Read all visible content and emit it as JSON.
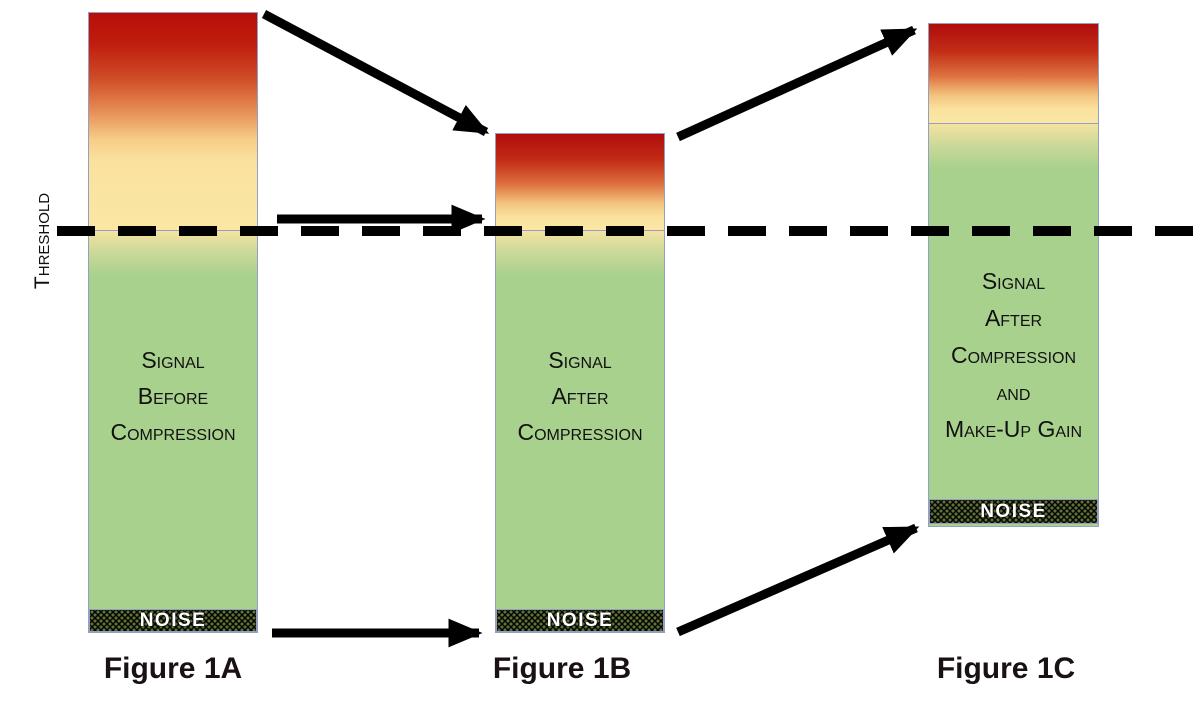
{
  "threshold": {
    "label": "Threshold"
  },
  "figures": [
    {
      "caption": "Figure 1A",
      "signal_label": [
        "Signal",
        "Before",
        "Compression"
      ],
      "noise_label": "NOISE"
    },
    {
      "caption": "Figure 1B",
      "signal_label": [
        "Signal",
        "After",
        "Compression"
      ],
      "noise_label": "NOISE"
    },
    {
      "caption": "Figure 1C",
      "signal_label": [
        "Signal",
        "After",
        "Compression",
        "and",
        "Make-Up Gain"
      ],
      "noise_label": "NOISE"
    }
  ],
  "colors": {
    "peak_red": "#b90d09",
    "mid_yellow": "#fbe6a4",
    "body_green": "#a9d18e",
    "bar_border": "#93a0c4",
    "noise_dot_green": "#5f7434",
    "noise_base_black": "#050505",
    "arrow_black": "#000000"
  }
}
